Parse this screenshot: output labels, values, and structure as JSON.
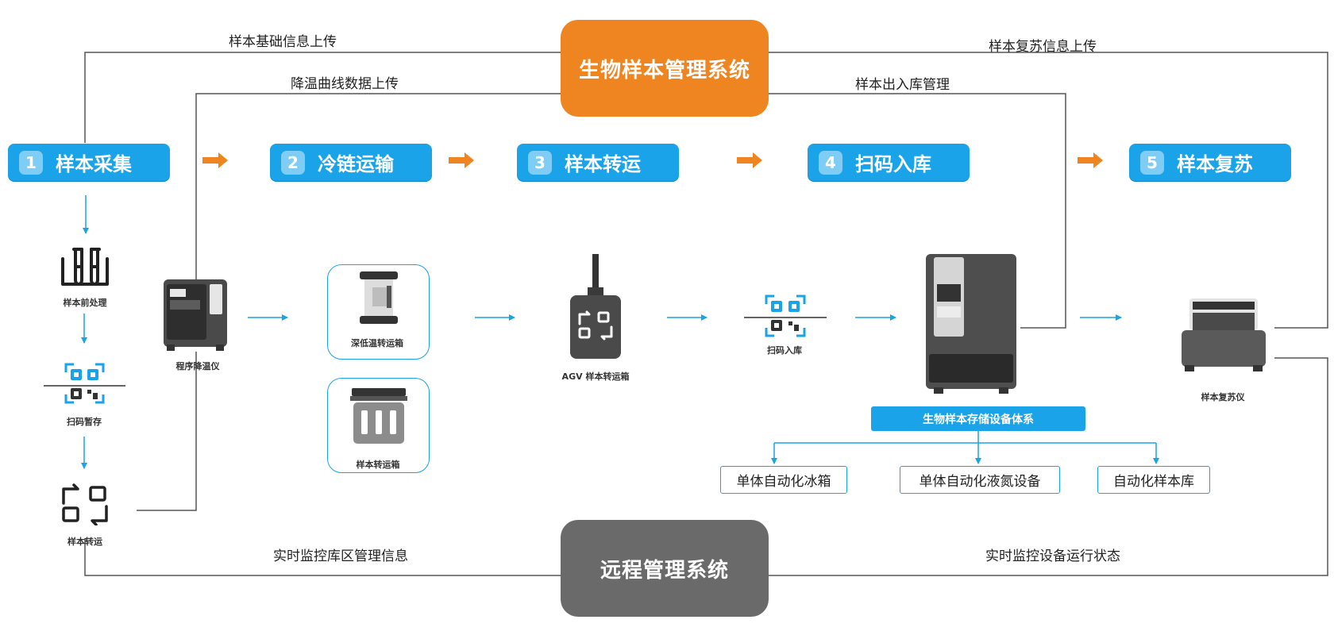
{
  "systems": {
    "top": "生物样本管理系统",
    "bottom": "远程管理系统"
  },
  "steps": [
    {
      "num": "1",
      "label": "样本采集"
    },
    {
      "num": "2",
      "label": "冷链运输"
    },
    {
      "num": "3",
      "label": "样本转运"
    },
    {
      "num": "4",
      "label": "扫码入库"
    },
    {
      "num": "5",
      "label": "样本复苏"
    }
  ],
  "flows": {
    "basic_info": "样本基础信息上传",
    "cooling_curve": "降温曲线数据上传",
    "revival_info": "样本复苏信息上传",
    "inout_mgmt": "样本出入库管理",
    "monitor_area": "实时监控库区管理信息",
    "monitor_device": "实时监控设备运行状态"
  },
  "captions": {
    "pretreat": "样本前处理",
    "scan_stage": "扫码暂存",
    "transfer": "样本转运",
    "cooler": "程序降温仪",
    "deep_box": "深低温转运箱",
    "transfer_box": "样本转运箱",
    "agv": "AGV 样本转运箱",
    "scan_in": "扫码入库",
    "reviver": "样本复苏仪"
  },
  "storage": {
    "title": "生物样本存储设备体系",
    "items": [
      "单体自动化冰箱",
      "单体自动化液氮设备",
      "自动化样本库"
    ]
  },
  "colors": {
    "accent_blue": "#1aa3e8",
    "orange": "#ee8520",
    "grey_system": "#6a6a6a",
    "line_grey": "#555555"
  }
}
